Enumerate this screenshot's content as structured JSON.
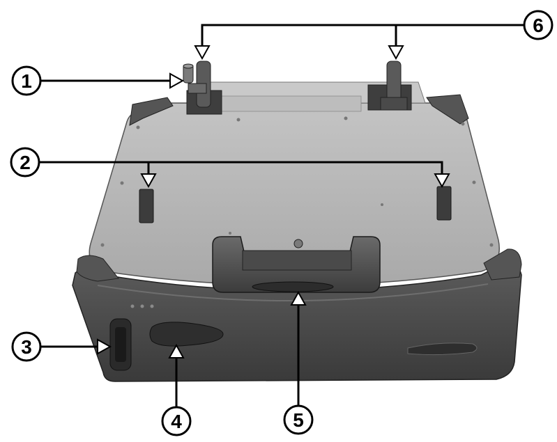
{
  "callouts": [
    {
      "number": "1",
      "target": "clamp-knob"
    },
    {
      "number": "2",
      "target": "device-supports"
    },
    {
      "number": "3",
      "target": "side-slot"
    },
    {
      "number": "4",
      "target": "speaker-grille"
    },
    {
      "number": "5",
      "target": "carry-handle"
    },
    {
      "number": "6",
      "target": "holder-brackets"
    }
  ],
  "front_badge": "",
  "colors": {
    "body_dark": "#4a4a4a",
    "panel_gray": "#b5b5b5",
    "bumper": "#5a5a5a",
    "outline": "#000000",
    "callout_fill": "#ffffff"
  }
}
